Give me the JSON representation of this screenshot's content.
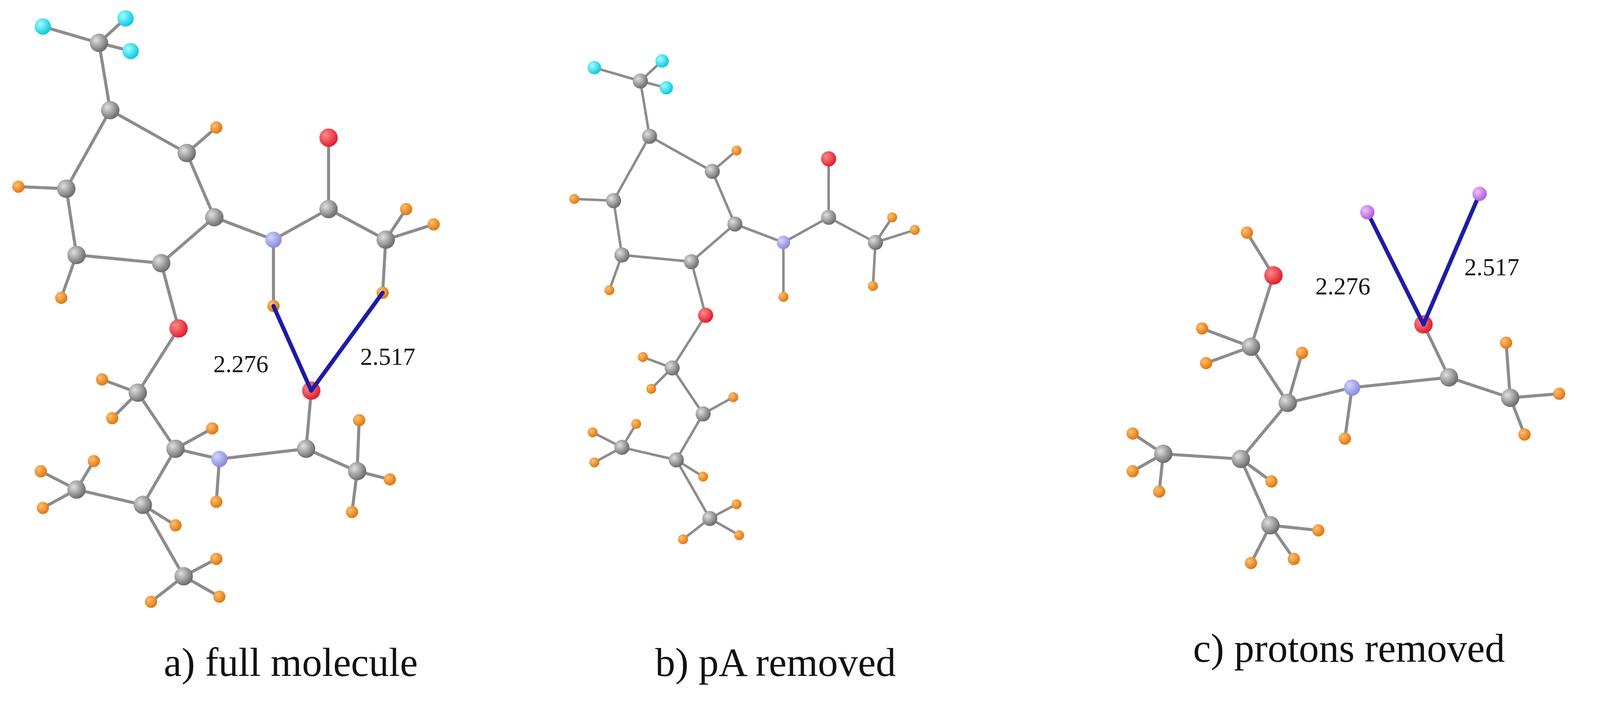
{
  "diagram": {
    "labels": [
      "2.276",
      "2.517",
      "2.276",
      "2.517",
      "a) full molecule",
      "b) pA removed",
      "c) protons removed"
    ]
  }
}
